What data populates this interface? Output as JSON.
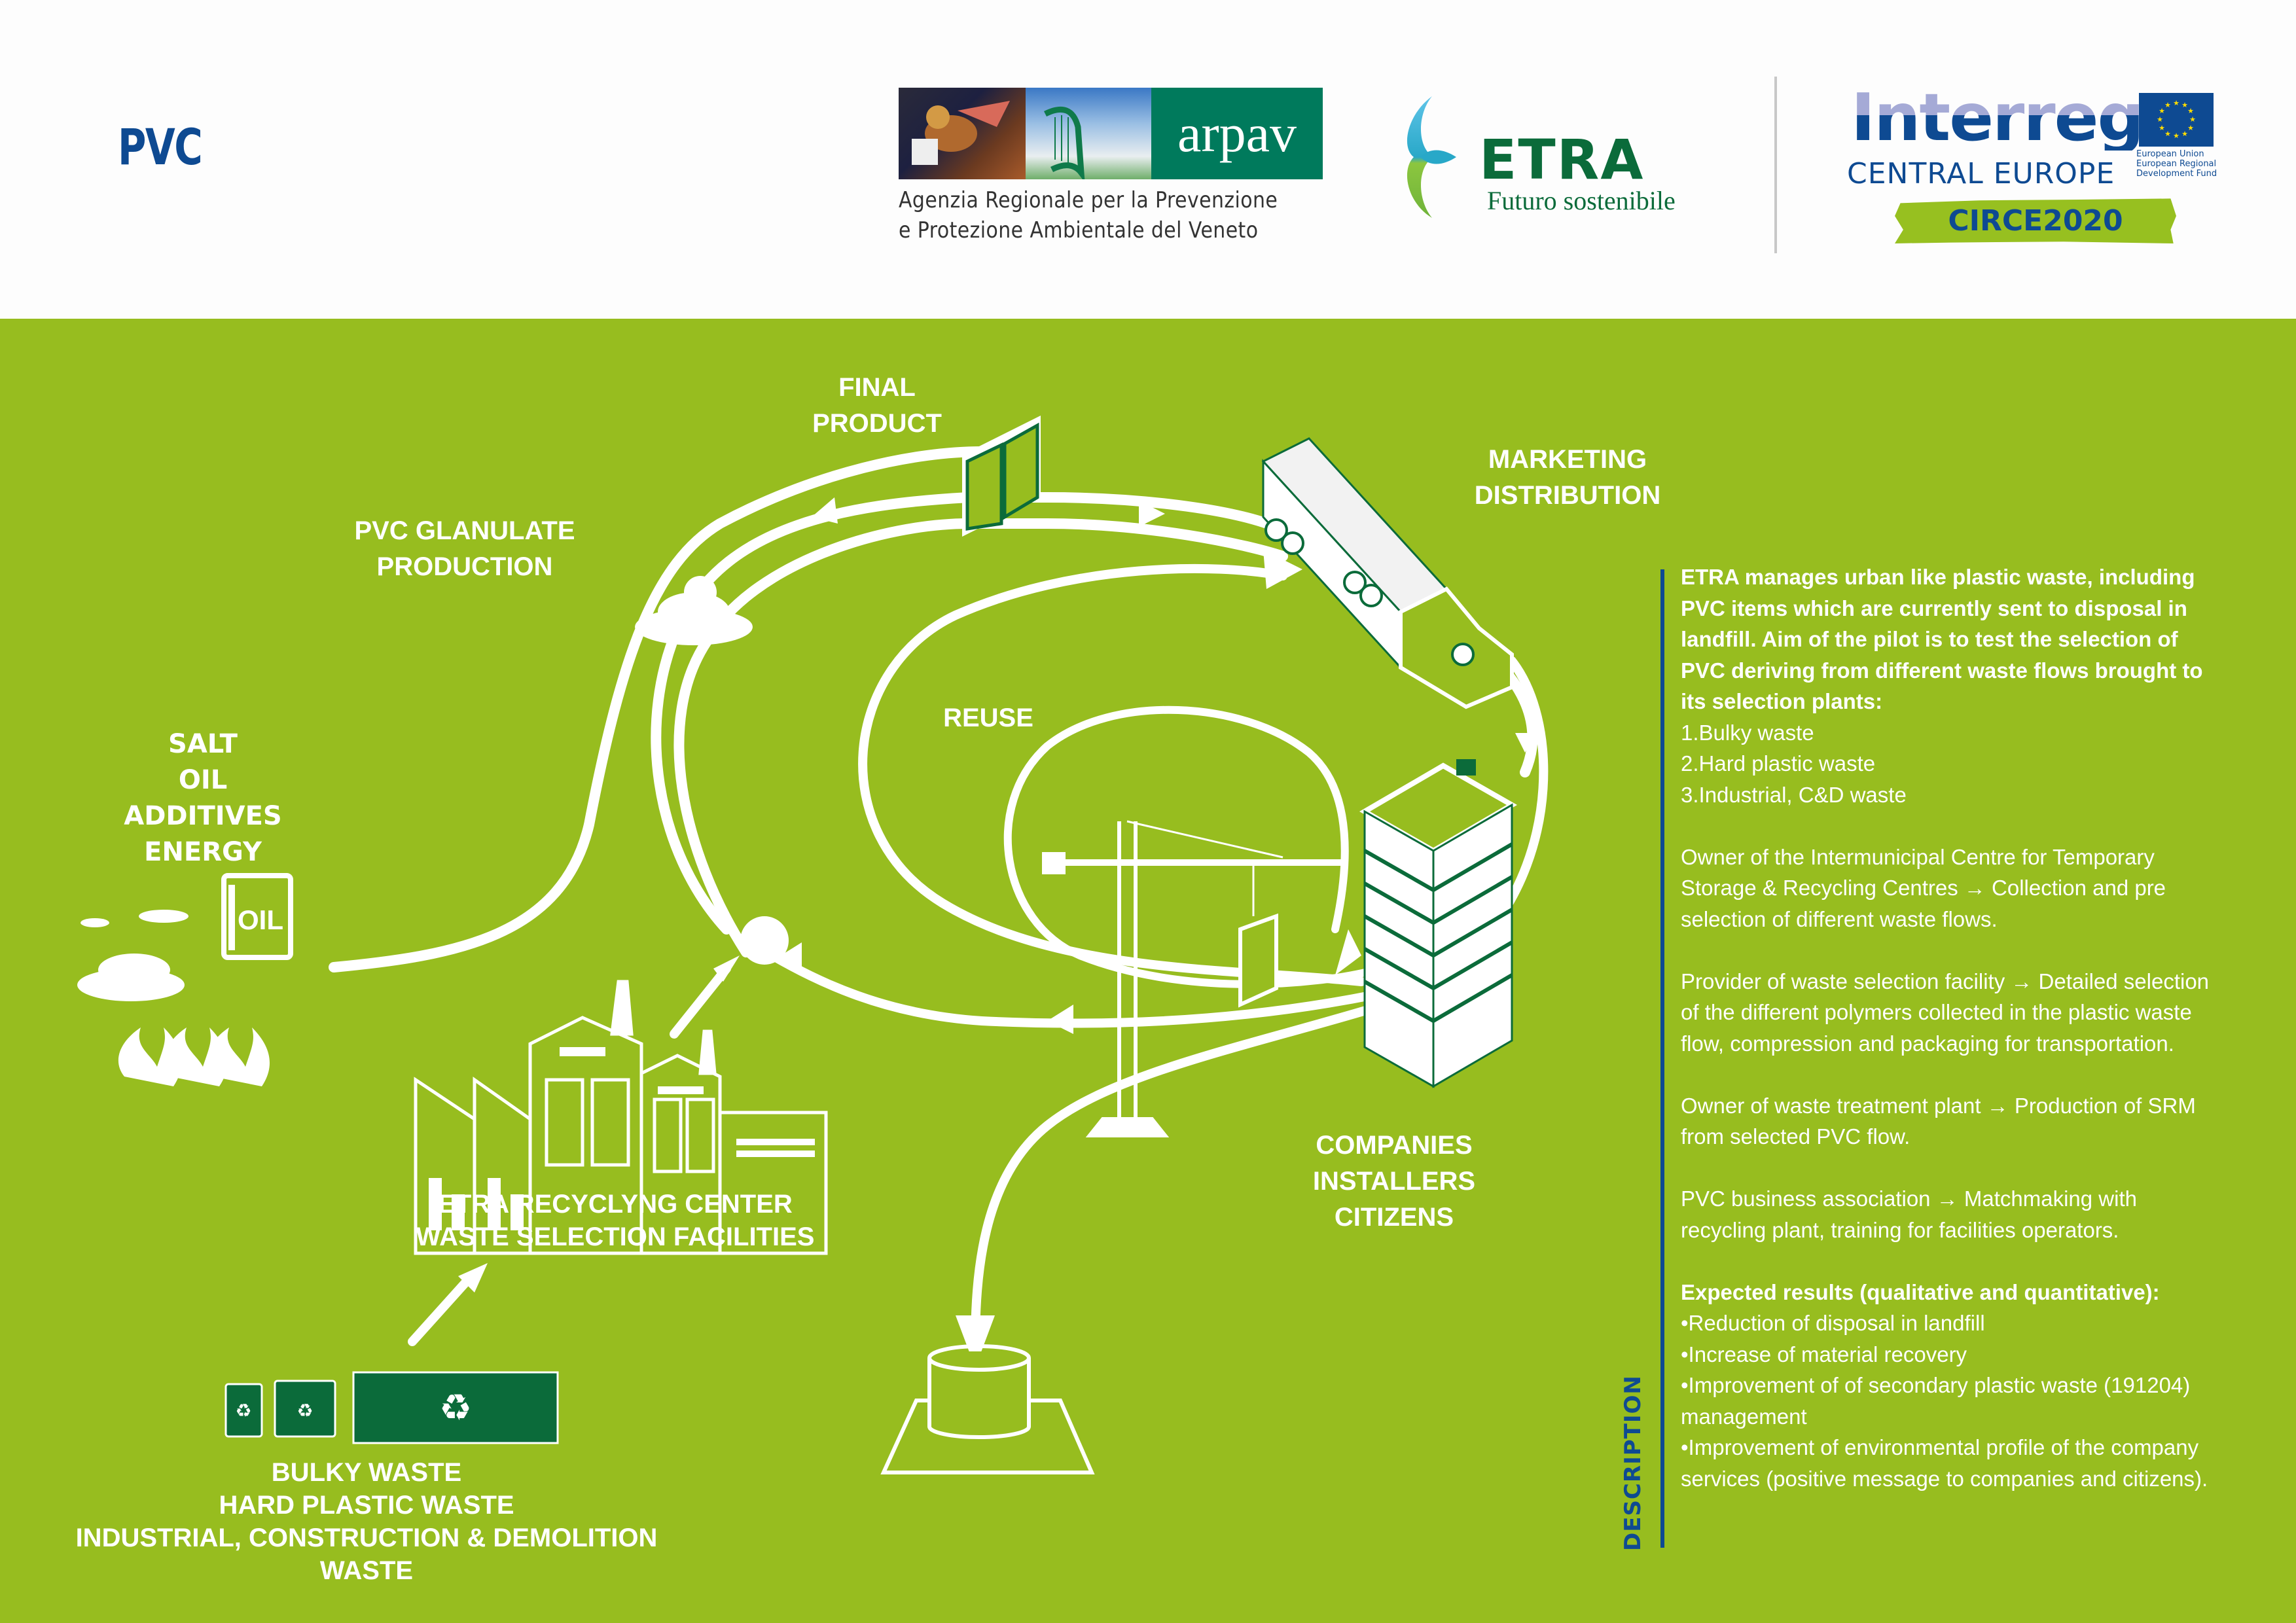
{
  "header": {
    "title_logo": "PVC",
    "arpav": {
      "name": "arpav",
      "tagline_line1": "Agenzia Regionale per la Prevenzione",
      "tagline_line2": "e Protezione Ambientale del Veneto"
    },
    "etra": {
      "name": "ETRA",
      "tagline": "Futuro sostenibile"
    },
    "interreg": {
      "name": "Interreg",
      "program": "CENTRAL EUROPE",
      "eu_line1": "European Union",
      "eu_line2": "European Regional",
      "eu_line3": "Development Fund",
      "project": "CIRCE2020"
    }
  },
  "colors": {
    "background_green": "#97bd1f",
    "brand_blue": "#0e4a92",
    "dark_green": "#0b6b3a",
    "arpav_green": "#007a5c",
    "white": "#ffffff"
  },
  "diagram": {
    "labels": {
      "final_product": [
        "FINAL",
        "PRODUCT"
      ],
      "pvc_granulate": [
        "PVC GLANULATE",
        "PRODUCTION"
      ],
      "marketing": [
        "MARKETING",
        "DISTRIBUTION"
      ],
      "raw_materials": [
        "SALT",
        "OIL",
        "ADDITIVES",
        "ENERGY"
      ],
      "reuse": "REUSE",
      "recycling_center": [
        "ETRA RECYCLYNG CENTER",
        "WASTE SELECTION FACILITIES"
      ],
      "end_users": [
        "COMPANIES",
        "INSTALLERS",
        "CITIZENS"
      ],
      "waste_sources": [
        "BULKY WASTE",
        "HARD PLASTIC WASTE",
        "INDUSTRIAL, CONSTRUCTION & DEMOLITION WASTE"
      ]
    },
    "icons": {
      "oil_barrel_label": "OIL",
      "items": [
        "salt-pile-icon",
        "oil-barrel-icon",
        "flames-icon",
        "granulate-pile-icon",
        "window-frame-icon",
        "truck-icon",
        "building-icon",
        "crane-icon",
        "factory-icon",
        "recycling-bin-icon",
        "container-icon",
        "landfill-icon",
        "junction-node"
      ]
    }
  },
  "description": {
    "heading": "DESCRIPTION",
    "intro": "ETRA manages urban like plastic waste, including PVC items which are currently sent to disposal in landfill. Aim of the pilot is to test the selection of PVC deriving from different waste flows brought to its selection plants:",
    "flows": [
      "1.Bulky waste",
      "2.Hard plastic waste",
      "3.Industrial, C&D waste"
    ],
    "roles": [
      {
        "text": "Owner of the Intermunicipal Centre for Temporary Storage & Recycling Centres → Collection and pre selection of different waste flows."
      },
      {
        "text": "Provider of waste selection facility → Detailed selection of the different polymers collected in the plastic waste flow, compression and packaging for transportation."
      },
      {
        "text": "Owner of waste treatment plant → Production of SRM from selected PVC flow."
      },
      {
        "text": "PVC business association → Matchmaking with recycling plant, training for facilities operators."
      }
    ],
    "results_heading": "Expected results (qualitative and quantitative):",
    "results": [
      "•Reduction of disposal in landfill",
      "•Increase of material recovery",
      "•Improvement of of secondary plastic waste (191204) management",
      "•Improvement of environmental profile of the company services (positive message to companies and citizens)."
    ]
  }
}
